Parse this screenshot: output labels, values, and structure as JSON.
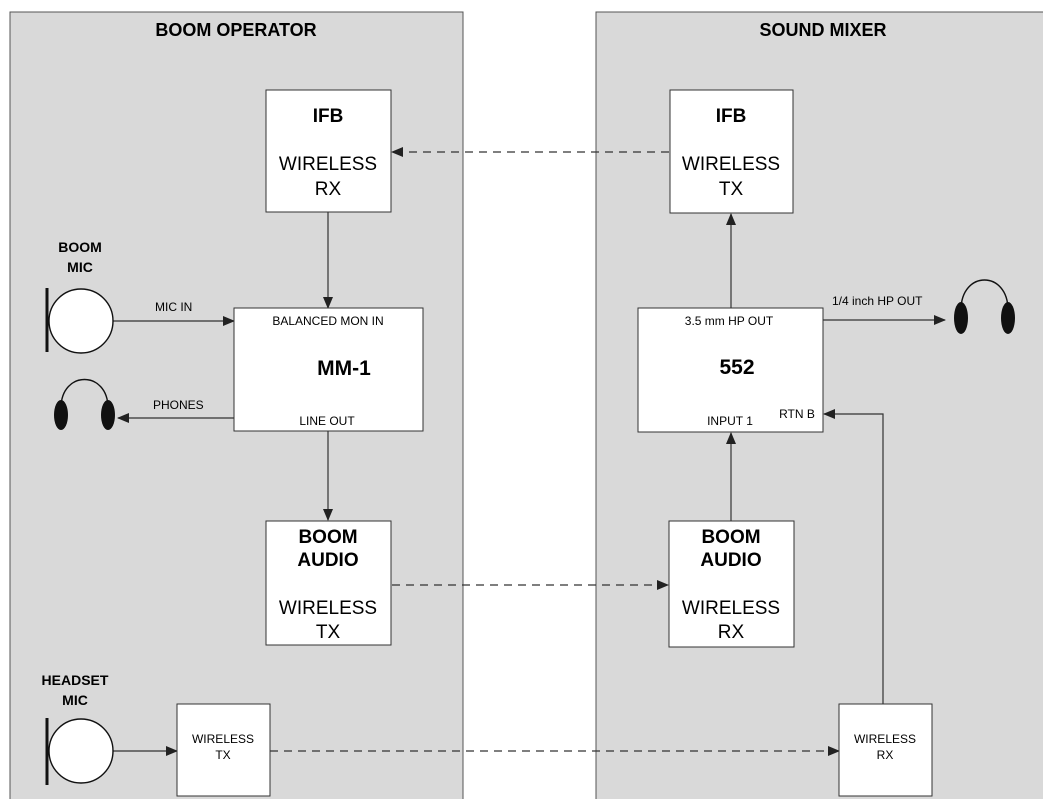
{
  "panels": {
    "left_title": "BOOM OPERATOR",
    "right_title": "SOUND MIXER"
  },
  "blocks": {
    "ifb_rx": {
      "title": "IFB",
      "line1": "WIRELESS",
      "line2": "RX"
    },
    "ifb_tx": {
      "title": "IFB",
      "line1": "WIRELESS",
      "line2": "TX"
    },
    "mm1": {
      "name": "MM-1",
      "input_label": "BALANCED MON IN",
      "output_label": "LINE OUT"
    },
    "mixer552": {
      "name": "552",
      "output_label": "3.5 mm HP OUT",
      "input1_label": "INPUT 1",
      "rtn_label": "RTN B"
    },
    "boom_audio_tx": {
      "title1": "BOOM",
      "title2": "AUDIO",
      "line1": "WIRELESS",
      "line2": "TX"
    },
    "boom_audio_rx": {
      "title1": "BOOM",
      "title2": "AUDIO",
      "line1": "WIRELESS",
      "line2": "RX"
    },
    "headset_tx": {
      "line1": "WIRELESS",
      "line2": "TX"
    },
    "headset_rx": {
      "line1": "WIRELESS",
      "line2": "RX"
    }
  },
  "devices": {
    "boom_mic": {
      "line1": "BOOM",
      "line2": "MIC"
    },
    "headset_mic": {
      "line1": "HEADSET",
      "line2": "MIC"
    }
  },
  "connections": {
    "mic_in": "MIC IN",
    "phones": "PHONES",
    "hp_out_quarter": "1/4 inch HP OUT"
  },
  "colors": {
    "panel_fill": "#d9d9d9",
    "box_fill": "#ffffff",
    "line": "#333333"
  }
}
